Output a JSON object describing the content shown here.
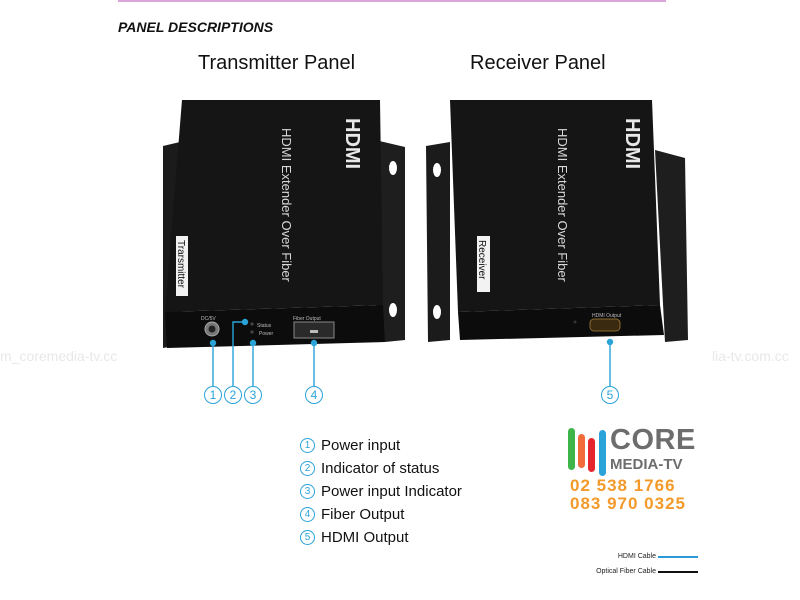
{
  "header": {
    "section_title": "PANEL DESCRIPTIONS",
    "transmitter_title": "Transmitter Panel",
    "receiver_title": "Receiver Panel"
  },
  "watermarks": {
    "left": "m_coremedia-tv.cc",
    "right": "lia-tv.com.cc"
  },
  "devices": {
    "transmitter": {
      "brand": "HDMI",
      "product_text": "HDMI Extender Over  Fiber",
      "label": "Trarsmitter",
      "port_labels": {
        "power": "DC/5V",
        "status": "Status",
        "power_led": "Power",
        "fiber": "Fiber Output"
      }
    },
    "receiver": {
      "brand": "HDMI",
      "product_text": "HDMI Extender Over  Fiber",
      "label": "Receiver",
      "port_labels": {
        "hdmi": "HDMI Output"
      }
    }
  },
  "callouts": [
    "1",
    "2",
    "3",
    "4",
    "5"
  ],
  "legend": [
    {
      "num": "1",
      "label": "Power input"
    },
    {
      "num": "2",
      "label": "Indicator of status"
    },
    {
      "num": "3",
      "label": "Power input Indicator"
    },
    {
      "num": "4",
      "label": "Fiber Output"
    },
    {
      "num": "5",
      "label": "HDMI Output"
    }
  ],
  "logo": {
    "line1": "CORE",
    "line2": "MEDIA-TV",
    "phone1": "02 538 1766",
    "phone2": "083 970 0325",
    "bar_colors": [
      "#3fb549",
      "#f26b3a",
      "#e5262c",
      "#2aa3d8"
    ]
  },
  "cable_legend": [
    {
      "label": "HDMI Cable",
      "color": "#2a9ad8"
    },
    {
      "label": "Optical Fiber Cable",
      "color": "#111111"
    }
  ],
  "colors": {
    "accent": "#2aa3d8",
    "phone": "#f39a2a",
    "logo_gray": "#6d6d6d"
  }
}
